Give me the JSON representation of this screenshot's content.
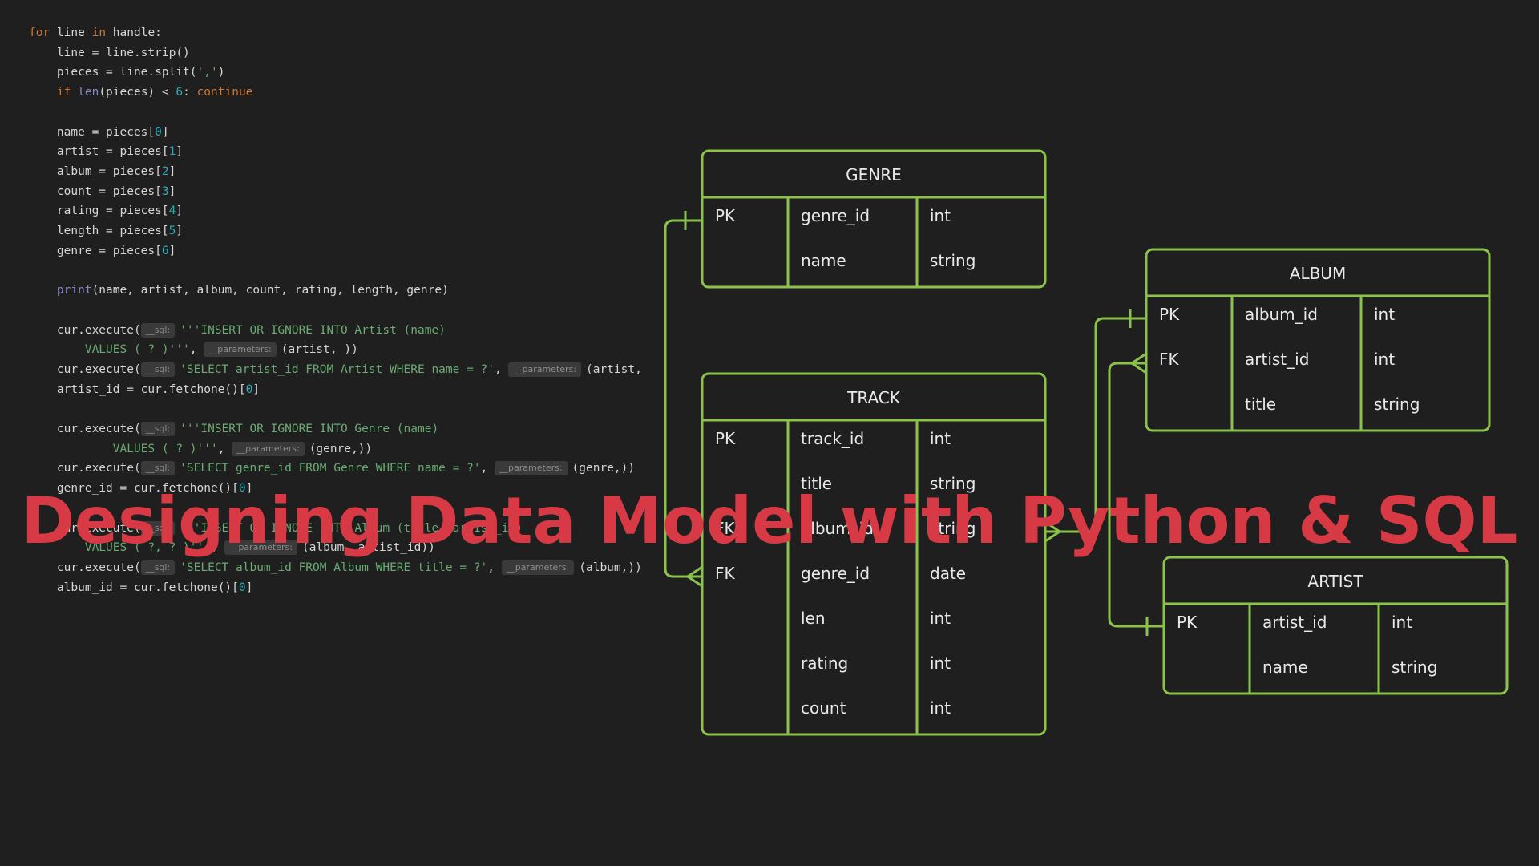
{
  "code_lines": [
    [
      {
        "t": "for",
        "c": "kw"
      },
      {
        "t": " line "
      },
      {
        "t": "in",
        "c": "kw"
      },
      {
        "t": " handle:"
      }
    ],
    [
      {
        "t": "    line = line.strip()"
      }
    ],
    [
      {
        "t": "    pieces = line.split("
      },
      {
        "t": "','",
        "c": "str"
      },
      {
        "t": ")"
      }
    ],
    [
      {
        "t": "    "
      },
      {
        "t": "if",
        "c": "kw"
      },
      {
        "t": " "
      },
      {
        "t": "len",
        "c": "builtin"
      },
      {
        "t": "(pieces) < "
      },
      {
        "t": "6",
        "c": "num"
      },
      {
        "t": ": "
      },
      {
        "t": "continue",
        "c": "kw"
      }
    ],
    [],
    [
      {
        "t": "    name = pieces["
      },
      {
        "t": "0",
        "c": "num"
      },
      {
        "t": "]"
      }
    ],
    [
      {
        "t": "    artist = pieces["
      },
      {
        "t": "1",
        "c": "num"
      },
      {
        "t": "]"
      }
    ],
    [
      {
        "t": "    album = pieces["
      },
      {
        "t": "2",
        "c": "num"
      },
      {
        "t": "]"
      }
    ],
    [
      {
        "t": "    count = pieces["
      },
      {
        "t": "3",
        "c": "num"
      },
      {
        "t": "]"
      }
    ],
    [
      {
        "t": "    rating = pieces["
      },
      {
        "t": "4",
        "c": "num"
      },
      {
        "t": "]"
      }
    ],
    [
      {
        "t": "    length = pieces["
      },
      {
        "t": "5",
        "c": "num"
      },
      {
        "t": "]"
      }
    ],
    [
      {
        "t": "    genre = pieces["
      },
      {
        "t": "6",
        "c": "num"
      },
      {
        "t": "]"
      }
    ],
    [],
    [
      {
        "t": "    "
      },
      {
        "t": "print",
        "c": "builtin"
      },
      {
        "t": "(name, artist, album, count, rating, length, genre)"
      }
    ],
    [],
    [
      {
        "t": "    cur.execute("
      },
      {
        "t": "__sql:",
        "c": "hint"
      },
      {
        "t": "'''INSERT OR IGNORE INTO Artist (name)",
        "c": "str"
      }
    ],
    [
      {
        "t": "        VALUES ( ? )'''",
        "c": "str"
      },
      {
        "t": ", "
      },
      {
        "t": "__parameters:",
        "c": "hint"
      },
      {
        "t": "(artist, ))"
      }
    ],
    [
      {
        "t": "    cur.execute("
      },
      {
        "t": "__sql:",
        "c": "hint"
      },
      {
        "t": "'SELECT artist_id FROM Artist WHERE name = ?'",
        "c": "str"
      },
      {
        "t": ", "
      },
      {
        "t": "__parameters:",
        "c": "hint"
      },
      {
        "t": "(artist,"
      }
    ],
    [
      {
        "t": "    artist_id = cur.fetchone()["
      },
      {
        "t": "0",
        "c": "num"
      },
      {
        "t": "]"
      }
    ],
    [],
    [
      {
        "t": "    cur.execute("
      },
      {
        "t": "__sql:",
        "c": "hint"
      },
      {
        "t": "'''INSERT OR IGNORE INTO Genre (name)",
        "c": "str"
      }
    ],
    [
      {
        "t": "            VALUES ( ? )'''",
        "c": "str"
      },
      {
        "t": ", "
      },
      {
        "t": "__parameters:",
        "c": "hint"
      },
      {
        "t": "(genre,))"
      }
    ],
    [
      {
        "t": "    cur.execute("
      },
      {
        "t": "__sql:",
        "c": "hint"
      },
      {
        "t": "'SELECT genre_id FROM Genre WHERE name = ?'",
        "c": "str"
      },
      {
        "t": ", "
      },
      {
        "t": "__parameters:",
        "c": "hint"
      },
      {
        "t": "(genre,))"
      }
    ],
    [
      {
        "t": "    genre_id = cur.fetchone()["
      },
      {
        "t": "0",
        "c": "num"
      },
      {
        "t": "]"
      }
    ],
    [],
    [
      {
        "t": "    cur.execute("
      },
      {
        "t": "__sql:",
        "c": "hint"
      },
      {
        "t": "'''INSERT OR IGNORE INTO Album (title, artist_id)",
        "c": "str"
      }
    ],
    [
      {
        "t": "        VALUES ( ?, ? )'''",
        "c": "str"
      },
      {
        "t": ", "
      },
      {
        "t": "__parameters:",
        "c": "hint"
      },
      {
        "t": "(album, artist_id))"
      }
    ],
    [
      {
        "t": "    cur.execute("
      },
      {
        "t": "__sql:",
        "c": "hint"
      },
      {
        "t": "'SELECT album_id FROM Album WHERE title = ?'",
        "c": "str"
      },
      {
        "t": ", "
      },
      {
        "t": "__parameters:",
        "c": "hint"
      },
      {
        "t": "(album,))"
      }
    ],
    [
      {
        "t": "    album_id = cur.fetchone()["
      },
      {
        "t": "0",
        "c": "num"
      },
      {
        "t": "]"
      }
    ]
  ],
  "tables": [
    {
      "name": "GENRE",
      "rows": [
        [
          "PK",
          "genre_id",
          "int"
        ],
        [
          "",
          "name",
          "string"
        ]
      ]
    },
    {
      "name": "ALBUM",
      "rows": [
        [
          "PK",
          "album_id",
          "int"
        ],
        [
          "FK",
          "artist_id",
          "int"
        ],
        [
          "",
          "title",
          "string"
        ]
      ]
    },
    {
      "name": "TRACK",
      "rows": [
        [
          "PK",
          "track_id",
          "int"
        ],
        [
          "",
          "title",
          "string"
        ],
        [
          "FK",
          "album_id",
          "string"
        ],
        [
          "FK",
          "genre_id",
          "date"
        ],
        [
          "",
          "len",
          "int"
        ],
        [
          "",
          "rating",
          "int"
        ],
        [
          "",
          "count",
          "int"
        ]
      ]
    },
    {
      "name": "ARTIST",
      "rows": [
        [
          "PK",
          "artist_id",
          "int"
        ],
        [
          "",
          "name",
          "string"
        ]
      ]
    }
  ],
  "title": "Designing Data Model with Python & SQL",
  "colors": {
    "background": "#1f1f1f",
    "diagram_line": "#8bc34a",
    "title": "#d83a45"
  }
}
